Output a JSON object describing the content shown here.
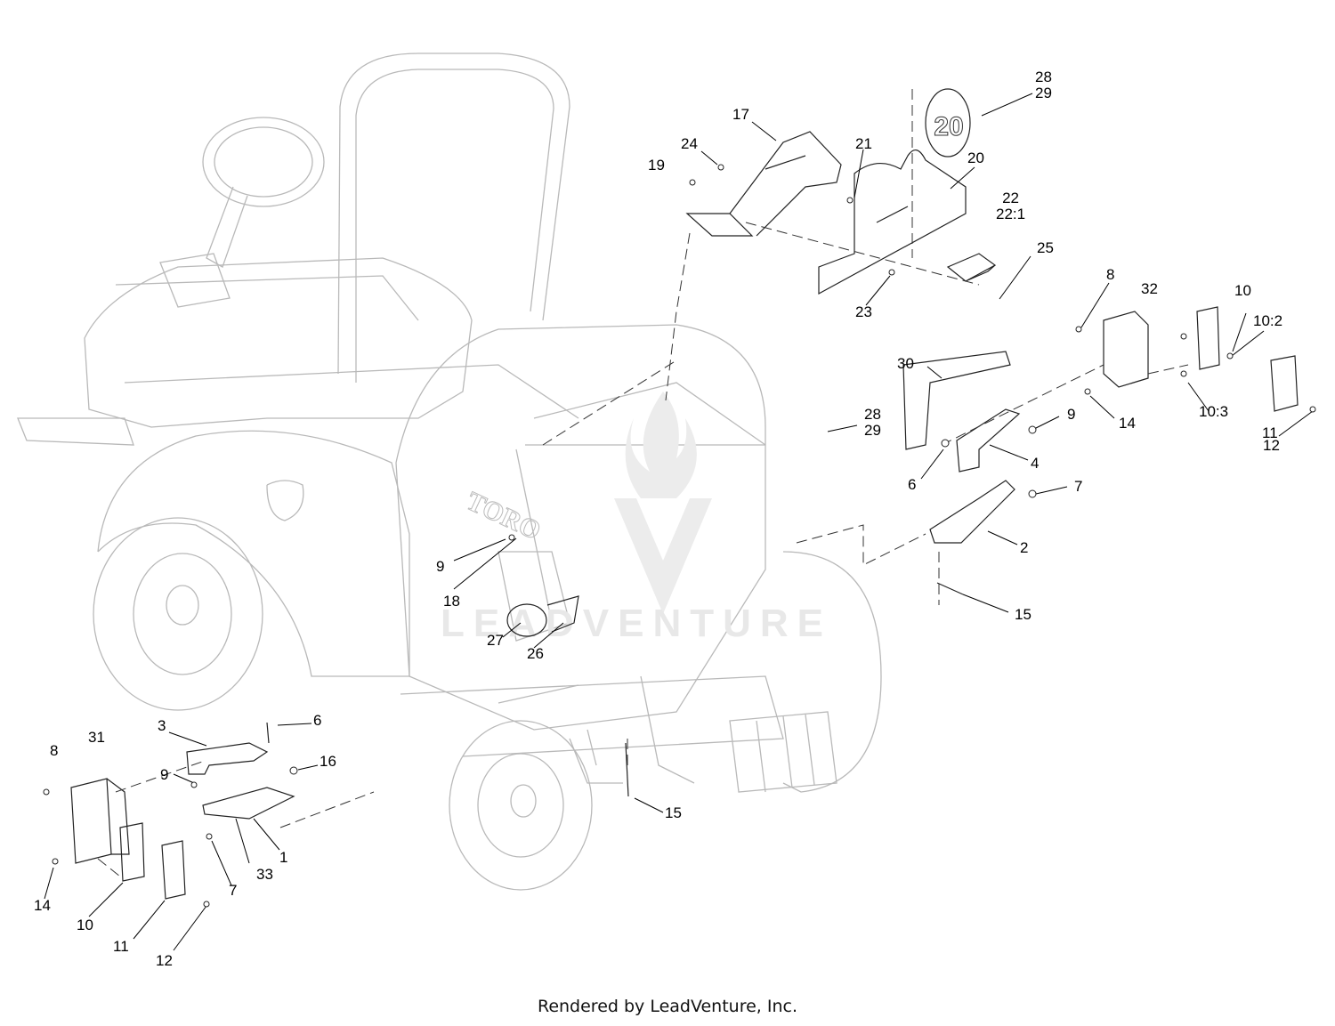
{
  "footer": {
    "text": "Rendered by LeadVenture, Inc."
  },
  "watermark": {
    "text": "LEADVENTURE",
    "icon": "flame-v-logo-icon",
    "color": "#e9e9e9"
  },
  "decal": {
    "text": "20"
  },
  "brand_label": {
    "text": "TORO"
  },
  "callouts": [
    {
      "id": "c28a",
      "lines": [
        "28",
        "29"
      ]
    },
    {
      "id": "c17",
      "lines": [
        "17"
      ]
    },
    {
      "id": "c24",
      "lines": [
        "24"
      ]
    },
    {
      "id": "c19",
      "lines": [
        "19"
      ]
    },
    {
      "id": "c21",
      "lines": [
        "21"
      ]
    },
    {
      "id": "c20",
      "lines": [
        "20"
      ]
    },
    {
      "id": "c22",
      "lines": [
        "22",
        "22:1"
      ]
    },
    {
      "id": "c25",
      "lines": [
        "25"
      ]
    },
    {
      "id": "c23",
      "lines": [
        "23"
      ]
    },
    {
      "id": "c8a",
      "lines": [
        "8"
      ]
    },
    {
      "id": "c32",
      "lines": [
        "32"
      ]
    },
    {
      "id": "c10a",
      "lines": [
        "10"
      ]
    },
    {
      "id": "c10-2",
      "lines": [
        "10:2"
      ]
    },
    {
      "id": "c30",
      "lines": [
        "30"
      ]
    },
    {
      "id": "c14a",
      "lines": [
        "14"
      ]
    },
    {
      "id": "c10-3",
      "lines": [
        "10:3"
      ]
    },
    {
      "id": "c11a",
      "lines": [
        "11"
      ]
    },
    {
      "id": "c12a",
      "lines": [
        "12"
      ]
    },
    {
      "id": "c28b",
      "lines": [
        "28",
        "29"
      ]
    },
    {
      "id": "c9a",
      "lines": [
        "9"
      ]
    },
    {
      "id": "c4",
      "lines": [
        "4"
      ]
    },
    {
      "id": "c6a",
      "lines": [
        "6"
      ]
    },
    {
      "id": "c7a",
      "lines": [
        "7"
      ]
    },
    {
      "id": "c2",
      "lines": [
        "2"
      ]
    },
    {
      "id": "c15a",
      "lines": [
        "15"
      ]
    },
    {
      "id": "c9b",
      "lines": [
        "9"
      ]
    },
    {
      "id": "c18",
      "lines": [
        "18"
      ]
    },
    {
      "id": "c27",
      "lines": [
        "27"
      ]
    },
    {
      "id": "c26",
      "lines": [
        "26"
      ]
    },
    {
      "id": "c3",
      "lines": [
        "3"
      ]
    },
    {
      "id": "c6b",
      "lines": [
        "6"
      ]
    },
    {
      "id": "c16",
      "lines": [
        "16"
      ]
    },
    {
      "id": "c31",
      "lines": [
        "31"
      ]
    },
    {
      "id": "c8b",
      "lines": [
        "8"
      ]
    },
    {
      "id": "c9c",
      "lines": [
        "9"
      ]
    },
    {
      "id": "c15b",
      "lines": [
        "15"
      ]
    },
    {
      "id": "c1",
      "lines": [
        "1"
      ]
    },
    {
      "id": "c33",
      "lines": [
        "33"
      ]
    },
    {
      "id": "c7b",
      "lines": [
        "7"
      ]
    },
    {
      "id": "c14b",
      "lines": [
        "14"
      ]
    },
    {
      "id": "c10b",
      "lines": [
        "10"
      ]
    },
    {
      "id": "c11b",
      "lines": [
        "11"
      ]
    },
    {
      "id": "c12b",
      "lines": [
        "12"
      ]
    }
  ]
}
